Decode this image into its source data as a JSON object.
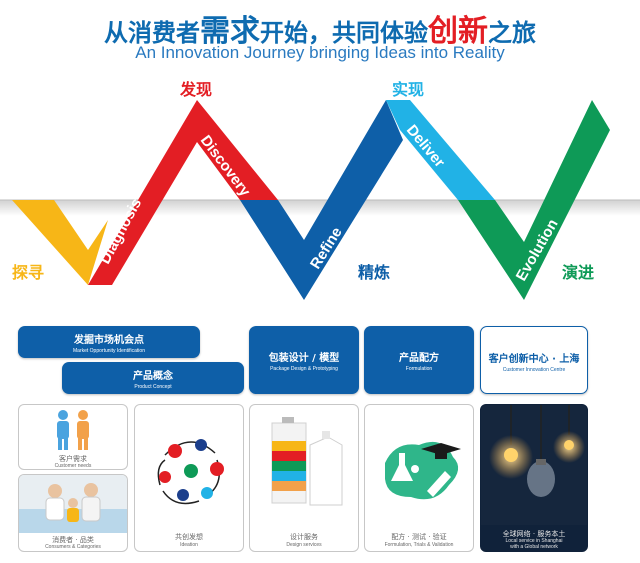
{
  "header": {
    "title_part1": "从消费者",
    "title_big": "需求",
    "title_part2": "开始，共同体验",
    "title_accent": "创新",
    "title_part3": "之旅",
    "subtitle": "An Innovation Journey bringing Ideas into Reality"
  },
  "stages": [
    {
      "cn": "探寻",
      "en": "Diagnosis",
      "color": "#f7b617"
    },
    {
      "cn": "发现",
      "en": "Discovery",
      "color": "#e31e24"
    },
    {
      "cn": "精炼",
      "en": "Refine",
      "color": "#0e5fa8"
    },
    {
      "cn": "实现",
      "en": "Deliver",
      "color": "#21b2e6"
    },
    {
      "cn": "演进",
      "en": "Evolution",
      "color": "#0e9a57"
    }
  ],
  "services": [
    {
      "cn": "发掘市场机会点",
      "en": "Market Opportunity Identification"
    },
    {
      "cn": "产品概念",
      "en": "Product Concept"
    },
    {
      "cn": "包装设计 / 模型",
      "en": "Package Design & Prototyping"
    },
    {
      "cn": "产品配方",
      "en": "Formulation"
    },
    {
      "cn": "客户创新中心 · 上海",
      "en": "Customer Innovation Centre"
    }
  ],
  "cards": {
    "needs": {
      "cn": "客户需求",
      "en": "Customer needs"
    },
    "consumers": {
      "cn": "消费者 · 品类",
      "en": "Consumers & Categories"
    },
    "ideation": {
      "cn": "共创发想",
      "en": "Ideation"
    },
    "design": {
      "cn": "设计服务",
      "en": "Design services"
    },
    "formulation": {
      "cn": "配方 · 测试 · 验证",
      "en": "Formulation, Trials & Validation"
    },
    "local": {
      "cn": "全球网络 · 服务本土",
      "en_line1": "Local service in Shanghai",
      "en_line2": "with a Global network"
    }
  }
}
